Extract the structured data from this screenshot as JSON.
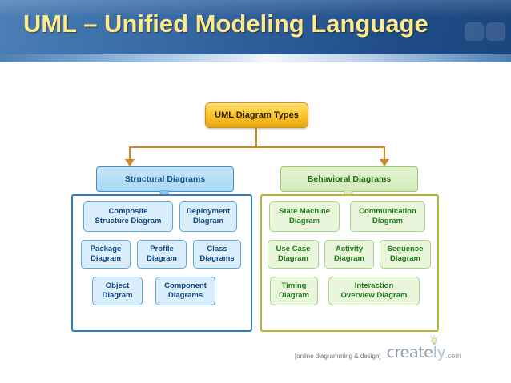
{
  "banner": {
    "title": "UML – Unified Modeling Language",
    "accent_color": "#ffe98a",
    "background_color": "#2f5f9b"
  },
  "diagram": {
    "root": {
      "label": "UML Diagram Types",
      "fill_color": "#fcc62f",
      "text_color": "#2e2207"
    },
    "connector_color": "#d08a22",
    "branches": [
      {
        "id": "structural",
        "label": "Structural Diagrams",
        "accent_color": "#2f7fc0",
        "fill_color": "#a9d8f4",
        "text_color": "#14508e",
        "nodes": [
          {
            "label": "Composite\nStructure Diagram"
          },
          {
            "label": "Deployment\nDiagram"
          },
          {
            "label": "Package\nDiagram"
          },
          {
            "label": "Profile\nDiagram"
          },
          {
            "label": "Class\nDiagrams"
          },
          {
            "label": "Object\nDiagram"
          },
          {
            "label": "Component\nDiagrams"
          }
        ]
      },
      {
        "id": "behavioral",
        "label": "Behavioral Diagrams",
        "accent_color": "#b4b834",
        "fill_color": "#d5ebbd",
        "text_color": "#1f6b16",
        "nodes": [
          {
            "label": "State Machine\nDiagram"
          },
          {
            "label": "Communication\nDiagram"
          },
          {
            "label": "Use Case\nDiagram"
          },
          {
            "label": "Activity\nDiagram"
          },
          {
            "label": "Sequence\nDiagram"
          },
          {
            "label": "Timing\nDiagram"
          },
          {
            "label": "Interaction\nOverview Diagram"
          }
        ]
      }
    ]
  },
  "footer": {
    "tagline": "[online diagramming & design]",
    "logo_word": "create",
    "logo_letter": "ly",
    "logo_suffix": ".com"
  }
}
